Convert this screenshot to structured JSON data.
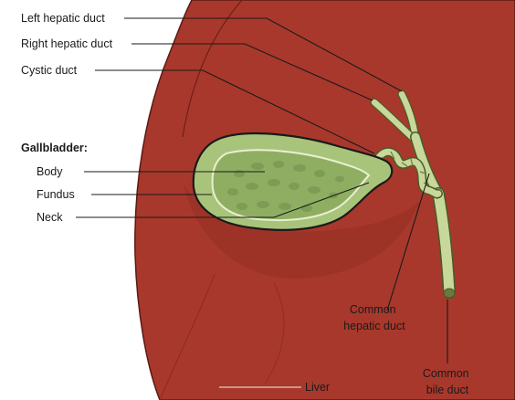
{
  "labels": {
    "left_hepatic_duct": "Left hepatic duct",
    "right_hepatic_duct": "Right hepatic duct",
    "cystic_duct": "Cystic duct",
    "gallbladder_heading": "Gallbladder:",
    "body": "Body",
    "fundus": "Fundus",
    "neck": "Neck",
    "liver": "Liver",
    "common_hepatic_duct": [
      "Common",
      "hepatic duct"
    ],
    "common_bile_duct": [
      "Common",
      "bile duct"
    ]
  },
  "colors": {
    "liver": "#a8382c",
    "liver_shadow": "#8a2a20",
    "liver_outline": "#5a1a14",
    "gallbladder_fill": "#a8c47a",
    "gallbladder_inner": "#8fae62",
    "gallbladder_spots": "#7d9c55",
    "duct": "#c8d89a",
    "duct_outline": "#4a5a2a"
  }
}
